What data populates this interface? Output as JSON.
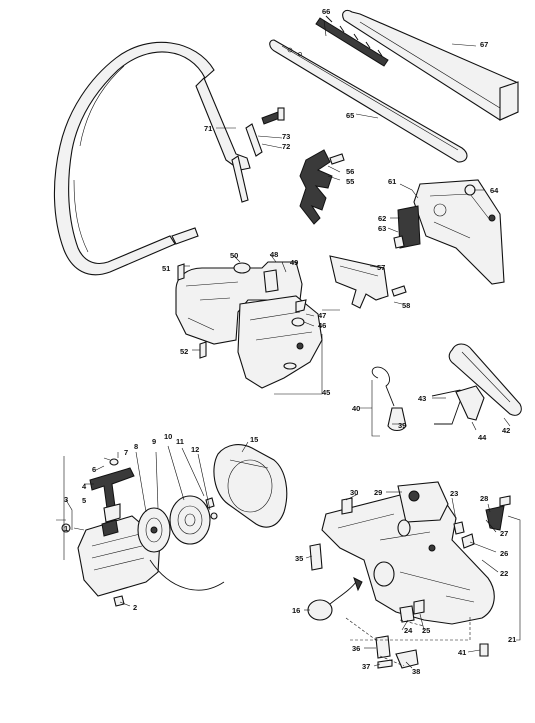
{
  "labels": [
    "1",
    "2",
    "3",
    "4",
    "5",
    "6",
    "7",
    "8",
    "9",
    "10",
    "11",
    "12",
    "15",
    "16",
    "21",
    "22",
    "23",
    "24",
    "25",
    "26",
    "27",
    "28",
    "29",
    "30",
    "35",
    "36",
    "37",
    "38",
    "39",
    "40",
    "41",
    "42",
    "43",
    "44",
    "45",
    "46",
    "47",
    "48",
    "49",
    "50",
    "51",
    "52",
    "55",
    "56",
    "57",
    "58",
    "61",
    "62",
    "63",
    "64",
    "65",
    "66",
    "67",
    "71",
    "72",
    "73"
  ]
}
